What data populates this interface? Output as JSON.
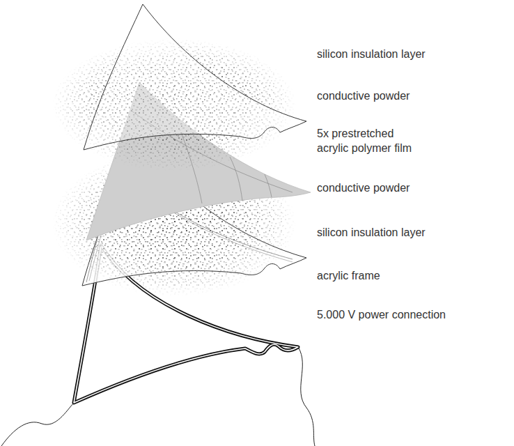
{
  "diagram": {
    "labels": [
      "silicon insulation layer",
      "conductive powder",
      "5x prestretched acrylic polymer film",
      "conductive powder",
      "silicon insulation layer",
      "acrylic frame",
      "5.000 V power connection"
    ]
  }
}
